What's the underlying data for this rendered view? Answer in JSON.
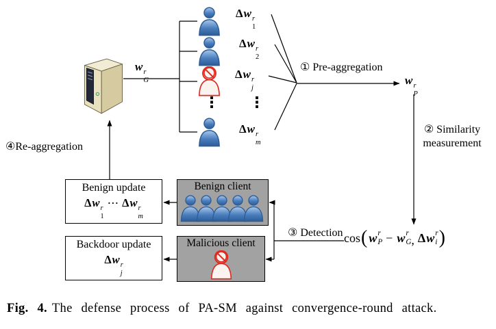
{
  "math": {
    "wg": {
      "base": "w",
      "sub": "G",
      "sup": "r"
    },
    "wp": {
      "base": "w",
      "sub": "P",
      "sup": "r"
    },
    "dw1": {
      "delta": "Δ",
      "base": "w",
      "sub": "1",
      "sup": "r"
    },
    "dw2": {
      "delta": "Δ",
      "base": "w",
      "sub": "2",
      "sup": "r"
    },
    "dwj": {
      "delta": "Δ",
      "base": "w",
      "sub": "j",
      "sup": "r"
    },
    "dwm": {
      "delta": "Δ",
      "base": "w",
      "sub": "m",
      "sup": "r"
    },
    "dwi": {
      "delta": "Δ",
      "base": "w",
      "sub": "i",
      "sup": "r"
    }
  },
  "steps": {
    "pre_aggregation": "① Pre-aggregation",
    "similarity_line1": "② Similarity",
    "similarity_line2": "measurement",
    "detection": "③ Detection",
    "re_aggregation": "④Re-aggregation"
  },
  "formula": {
    "func": "cos",
    "open": "(",
    "minus": "−",
    "comma": ",",
    "close": ")"
  },
  "boxes": {
    "benign_update_title": "Benign update",
    "backdoor_update_title": "Backdoor update",
    "benign_client_title": "Benign client",
    "malicious_client_title": "Malicious client"
  },
  "symbols": {
    "vdots": "⋮",
    "cdots": "⋯"
  },
  "icons": {
    "server": "server-icon",
    "benign_client": "person-icon",
    "malicious_client": "banned-person-icon"
  },
  "caption": {
    "label": "Fig. 4.",
    "text": "The defense process of PA-SM against convergence-round attack."
  },
  "colors": {
    "client_blue_light": "#a9c9ec",
    "client_blue": "#4a7dbd",
    "client_blue_dark": "#2d5c96",
    "malicious_red": "#df2b1f",
    "malicious_fill": "#fbf3f0",
    "box_gray": "#a2a2a2",
    "server_beige_light": "#f2ecd4",
    "server_beige": "#e9e0bd",
    "server_beige_dark": "#d6caa0",
    "line_black": "#000000"
  }
}
